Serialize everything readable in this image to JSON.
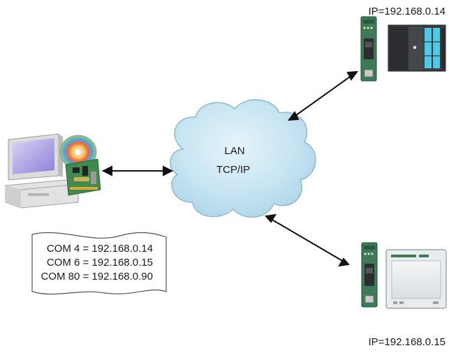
{
  "network": {
    "line1": "LAN",
    "line2": "TCP/IP"
  },
  "devices": {
    "top_ip": "IP=192.168.0.14",
    "bottom_ip": "IP=192.168.0.15"
  },
  "port_mapping": {
    "rows": [
      "COM 4 = 192.168.0.14",
      "COM 6 = 192.168.0.15",
      "COM 80 = 192.168.0.90"
    ]
  },
  "colors": {
    "cloud_fill": "#bfe0ef",
    "cloud_stroke": "#8fb8cc",
    "arrow": "#111111",
    "device_green": "#3d7a55",
    "device_dark": "#2b2d30",
    "device_accent": "#4fc9e6",
    "screen_purple": "#8c7fd6"
  }
}
